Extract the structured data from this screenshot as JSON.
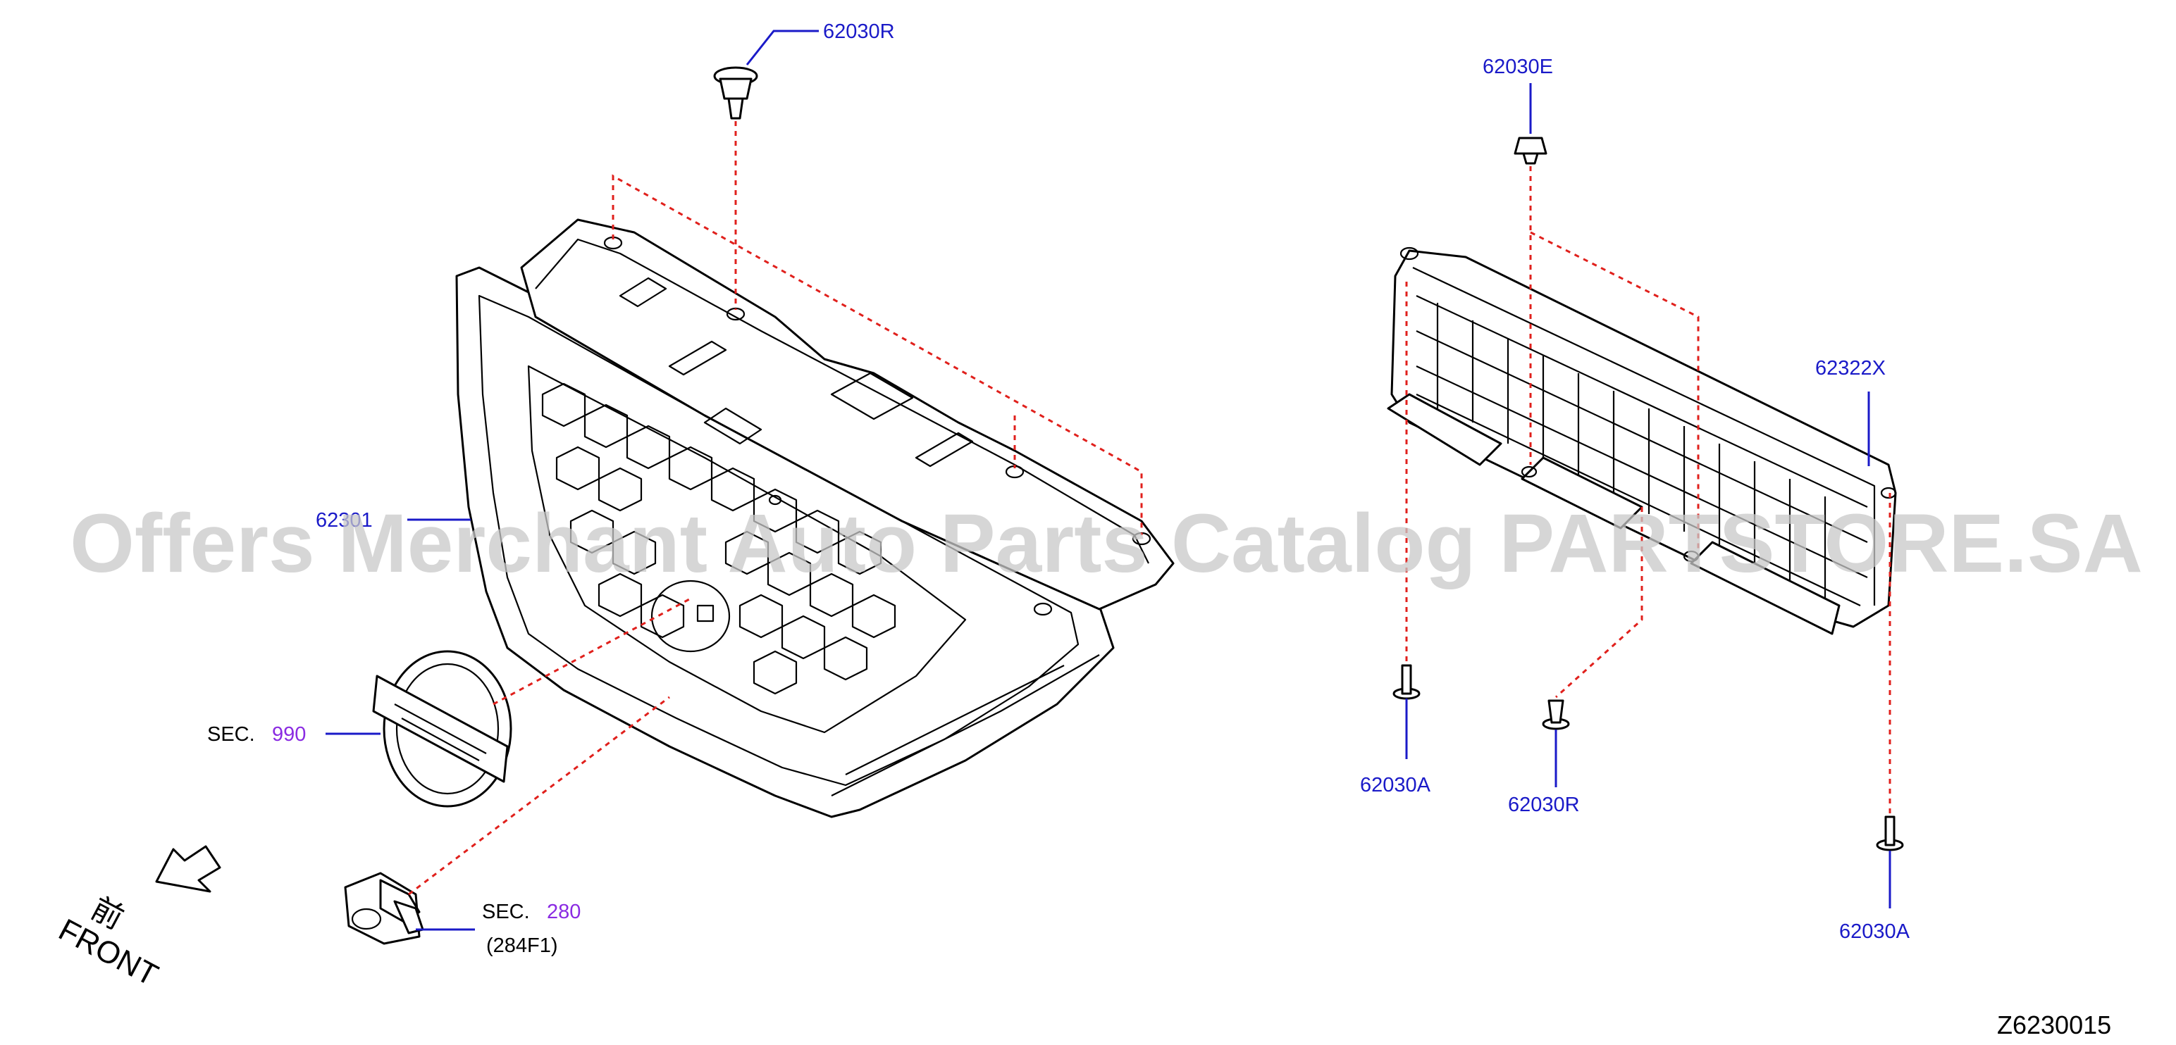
{
  "parts": {
    "clip_top": "62030R",
    "clip_right_top": "62030E",
    "grille_assembly": "62301",
    "duct_assembly": "62322X",
    "screw_left": "62030A",
    "clip_bottom": "62030R",
    "screw_right": "62030A"
  },
  "references": {
    "emblem": {
      "prefix": "SEC.",
      "number": "990"
    },
    "camera": {
      "prefix": "SEC.",
      "number": "280",
      "sub": "(284F1)"
    }
  },
  "front_marker": {
    "kanji": "前",
    "label": "FRONT"
  },
  "diagram_code": "Z6230015",
  "watermark": "Offers Merchant Auto Parts Catalog PARTSTORE.SA",
  "colors": {
    "part_number": "#1a1ac8",
    "section_number": "#8a2be2",
    "dashed_line": "#e0201c",
    "watermark": "#c8c8c8"
  }
}
